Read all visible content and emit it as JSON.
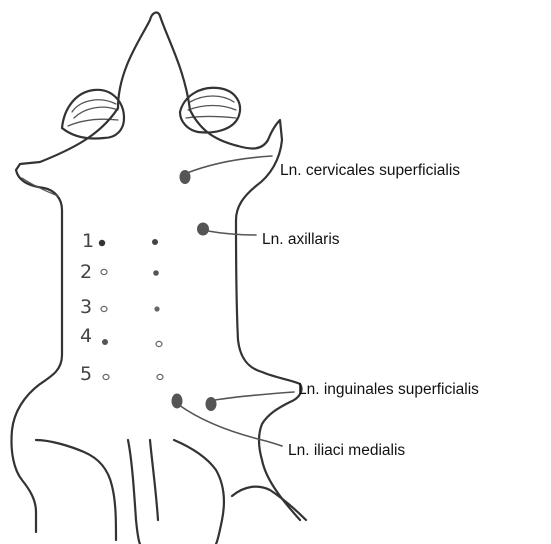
{
  "labels": {
    "cervicales": "Ln. cervicales superficialis",
    "axillaris": "Ln. axillaris",
    "inguinales": "Ln. inguinales superficialis",
    "iliaci": "Ln. iliaci medialis"
  },
  "mammary_numbers": [
    "1",
    "2",
    "3",
    "4",
    "5"
  ],
  "colors": {
    "outline": "#333333",
    "node_fill": "#555555",
    "text": "#111111"
  }
}
